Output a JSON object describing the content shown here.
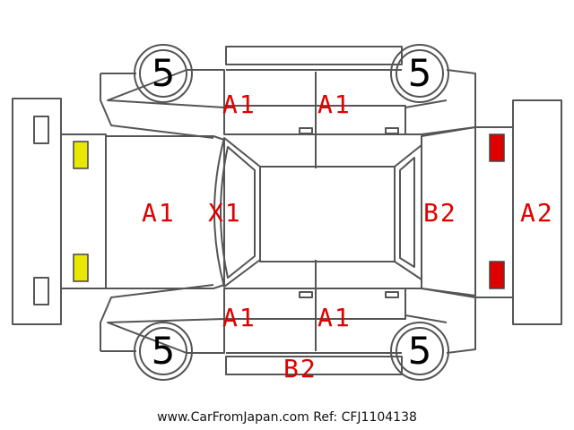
{
  "colors": {
    "outline": "#555555",
    "damage_text": "#e00000",
    "front_lamp": "#e8e800",
    "rear_lamp": "#e00000"
  },
  "tires": {
    "front_left": "5",
    "front_right": "5",
    "rear_left": "5",
    "rear_right": "5"
  },
  "codes": {
    "top_front_door": "A1",
    "top_rear_door": "A1",
    "bottom_front_door": "A1",
    "bottom_rear_door": "A1",
    "hood": "A1",
    "front_windshield": "X1",
    "trunk_lid": "B2",
    "rear_bumper": "A2",
    "bottom_rocker": "B2"
  },
  "footer": {
    "watermark": "www.CarFromJapan.com Ref: CFJ1104138"
  }
}
